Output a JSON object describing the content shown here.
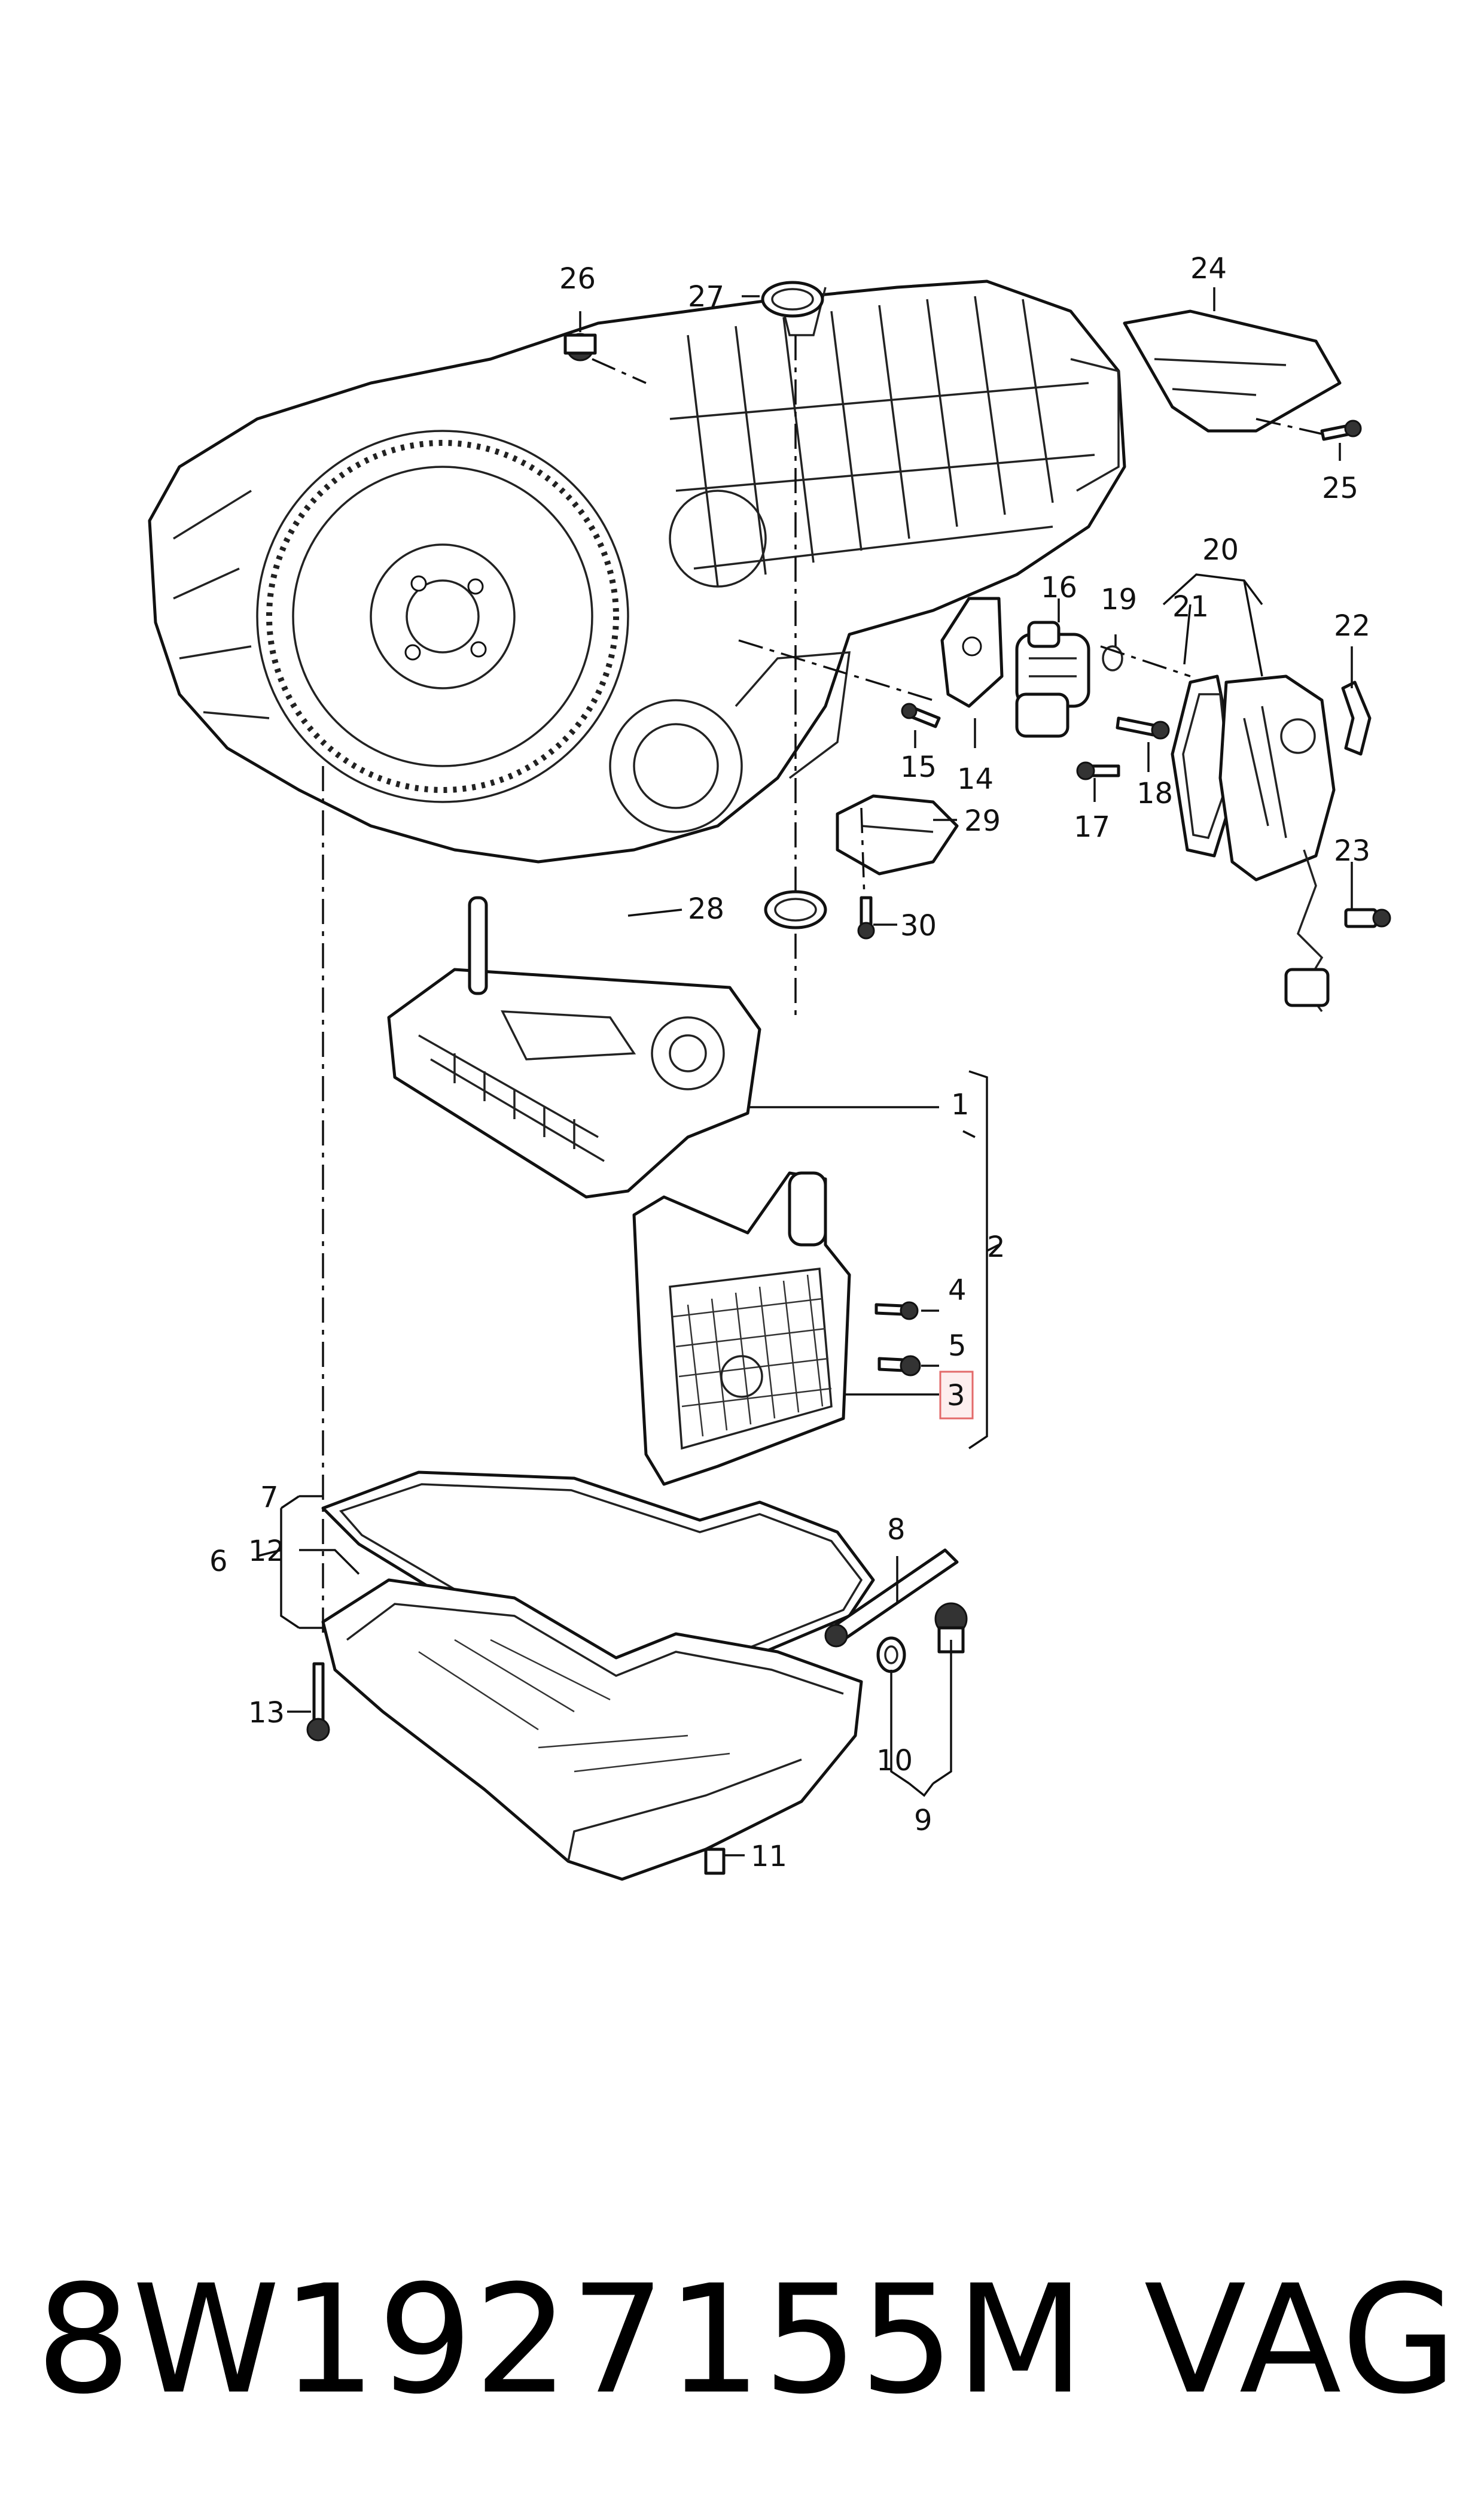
{
  "diagram": {
    "callouts": {
      "c1": "1",
      "c2": "2",
      "c3": "3",
      "c4": "4",
      "c5": "5",
      "c6": "6",
      "c7": "7",
      "c8": "8",
      "c9": "9",
      "c10": "10",
      "c11": "11",
      "c12": "12",
      "c13": "13",
      "c14": "14",
      "c15": "15",
      "c16": "16",
      "c17": "17",
      "c18": "18",
      "c19": "19",
      "c20": "20",
      "c21": "21",
      "c22": "22",
      "c23": "23",
      "c24": "24",
      "c25": "25",
      "c26": "26",
      "c27": "27",
      "c28": "28",
      "c29": "29",
      "c30": "30"
    },
    "highlighted_callout": "3",
    "colors": {
      "line": "#111111",
      "highlight_fill": "#fdeeee",
      "highlight_stroke": "#e36a6a"
    }
  },
  "footer": {
    "part_number": "8W1927155M",
    "brand": "VAG"
  }
}
